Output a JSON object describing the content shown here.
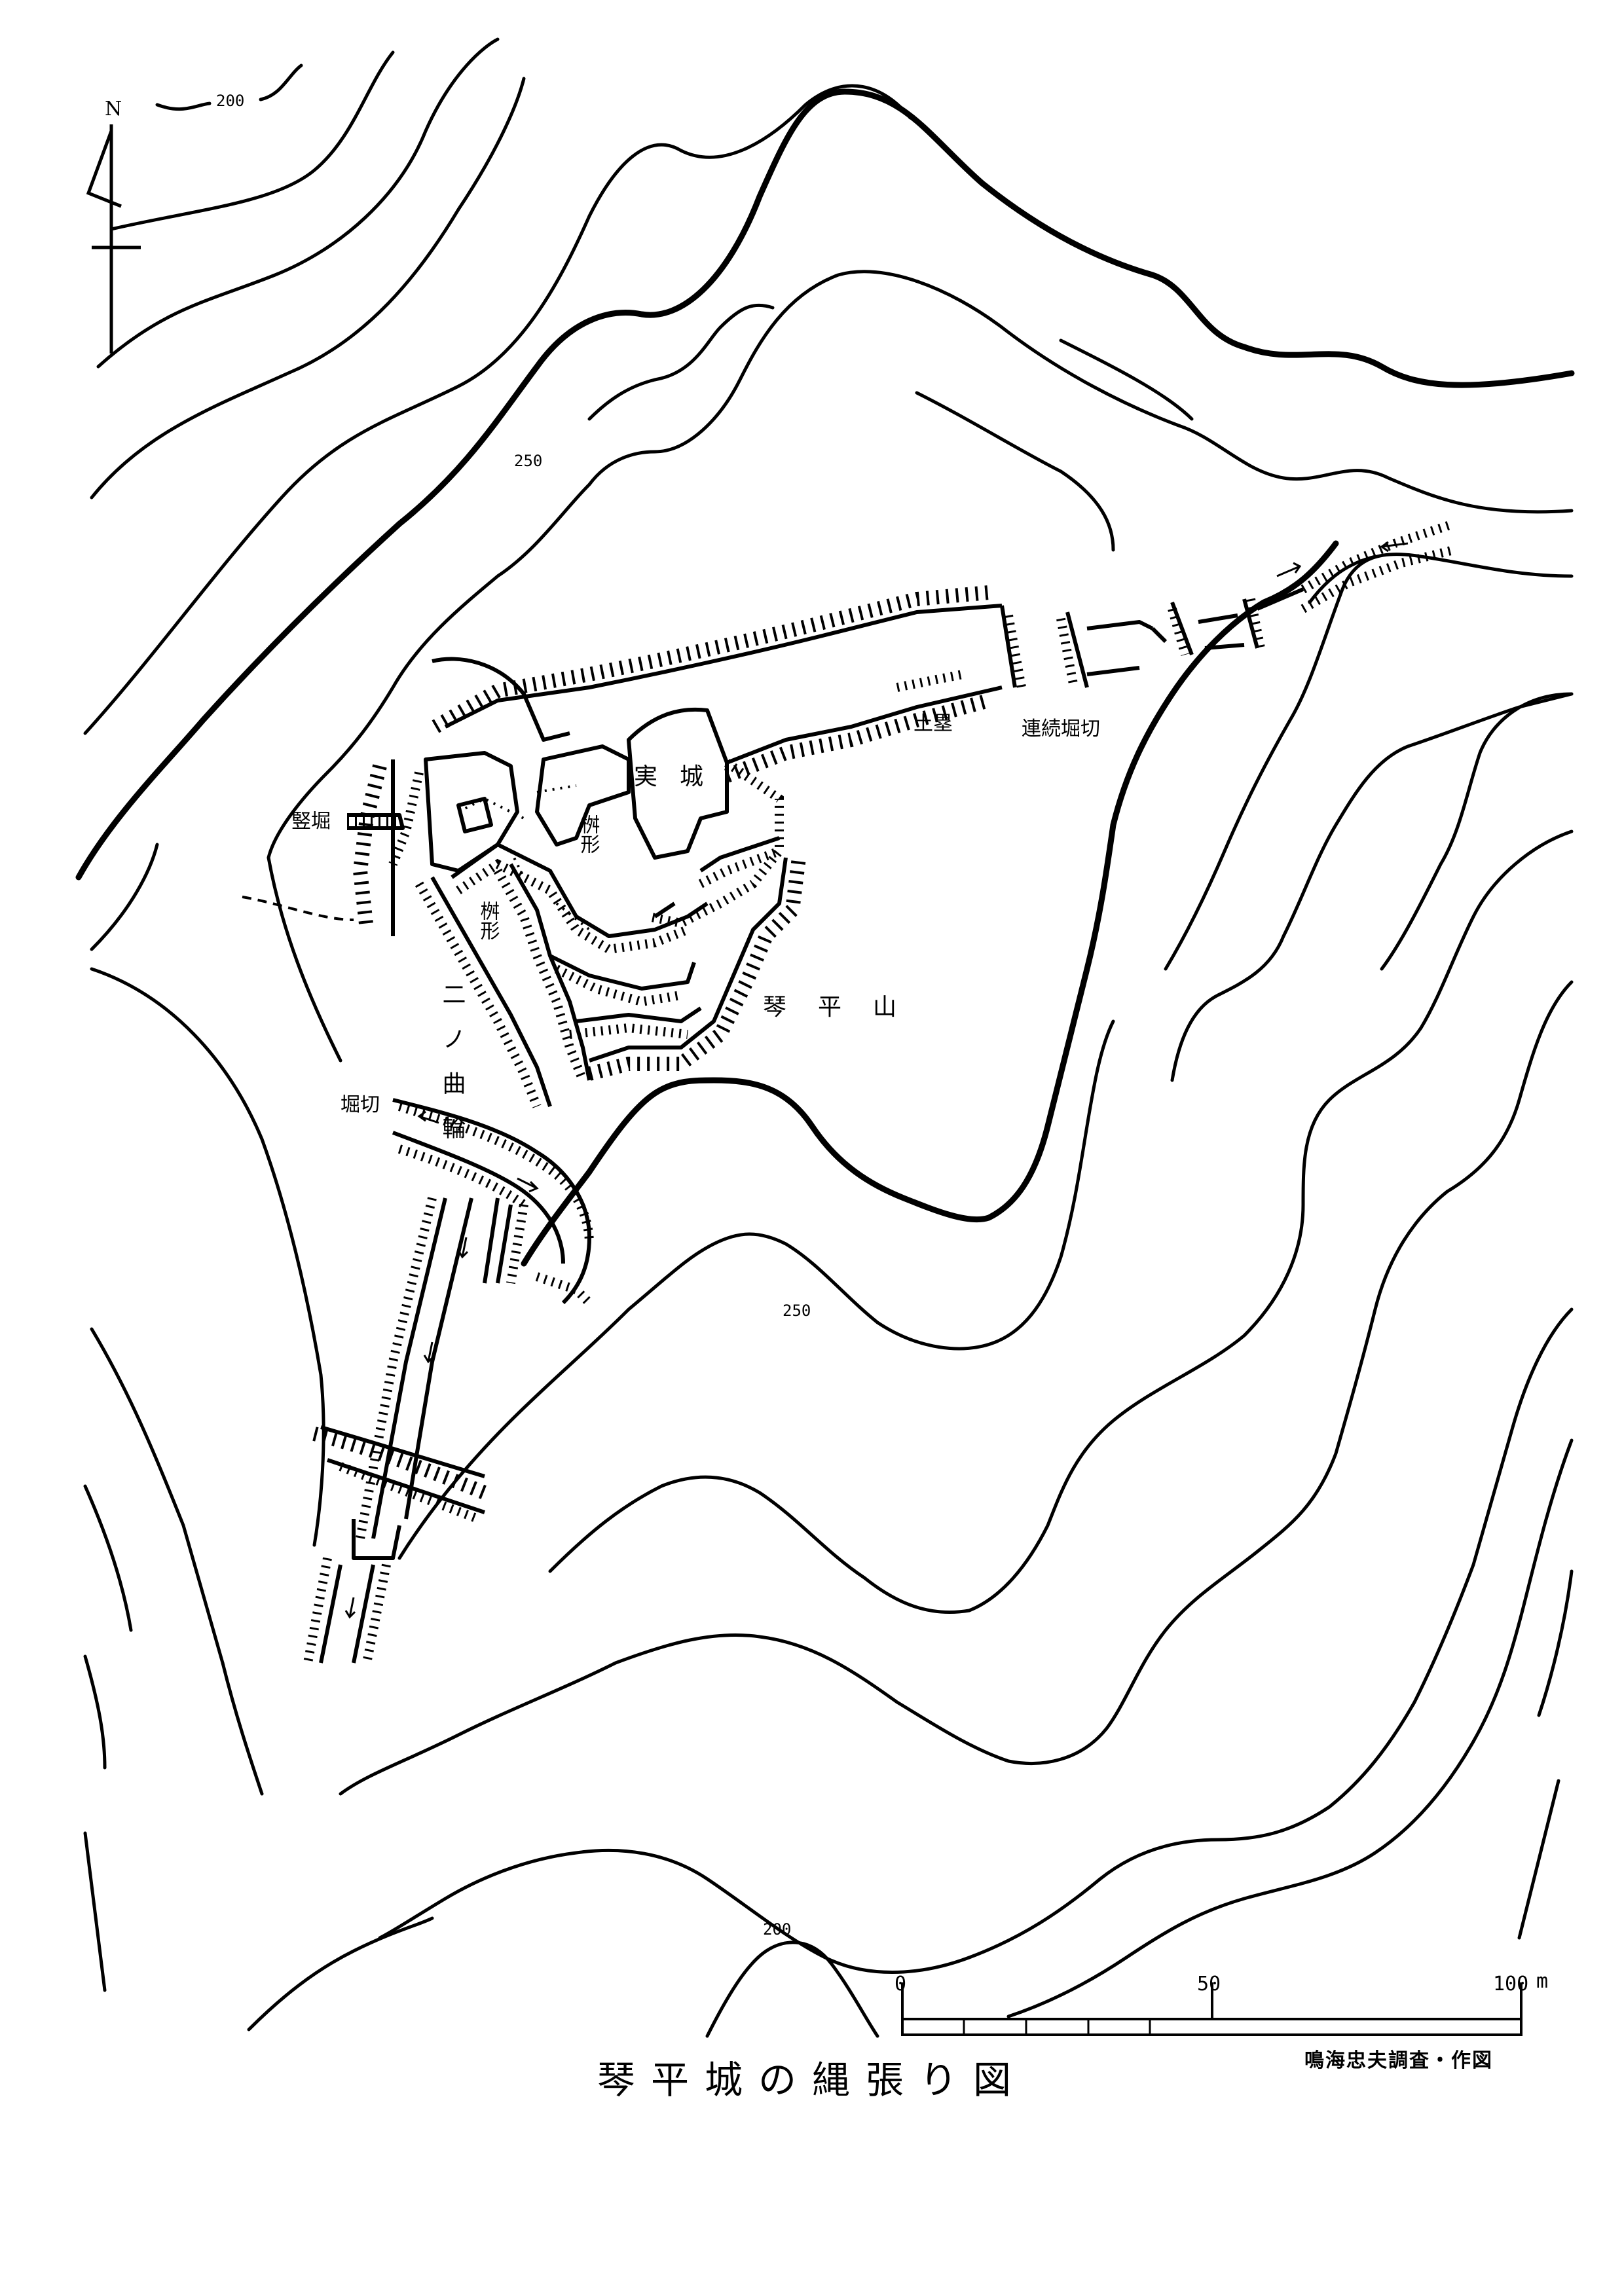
{
  "north_label": "N",
  "contour_labels": {
    "top_200": "200",
    "upper_250": "250",
    "lower_250": "250",
    "bottom_200": "200"
  },
  "place_labels": {
    "honmaru": "実城",
    "masugata_upper": "桝形",
    "masugata_lower": "桝形",
    "ninomaru": "二ノ曲輪",
    "tatebori": "竪堀",
    "horikiri": "堀切",
    "dorui": "土塁",
    "renzoku_horikiri": "連続堀切",
    "mountain": "琴平山"
  },
  "scale": {
    "tick_0": "0",
    "tick_50": "50",
    "tick_100": "100",
    "unit": "m"
  },
  "credit": "鳴海忠夫調査・作図",
  "title": "琴平城の縄張り図"
}
